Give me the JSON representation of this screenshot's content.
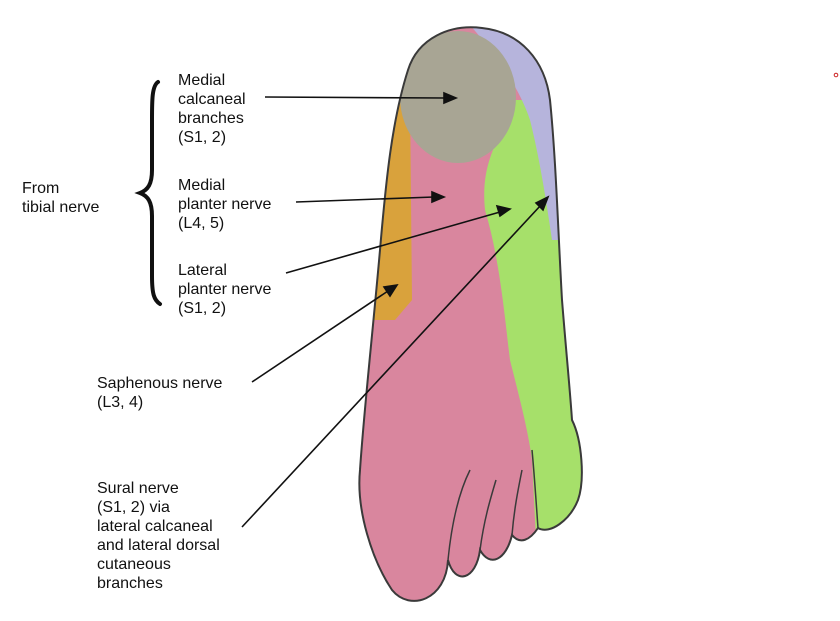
{
  "labels": {
    "from_tibial": "From\ntibial nerve",
    "medial_calcaneal": "Medial\ncalcaneal\nbranches\n(S1, 2)",
    "medial_plantar": "Medial\nplanter nerve\n(L4, 5)",
    "lateral_plantar": "Lateral\nplanter nerve\n(S1, 2)",
    "saphenous": "Saphenous nerve\n(L3, 4)",
    "sural": "Sural nerve\n(S1, 2) via\nlateral calcaneal\nand lateral dorsal\ncutaneous\nbranches"
  },
  "colors": {
    "medial_calcaneal_region": "#a8a594",
    "medial_plantar_region": "#d9869e",
    "lateral_plantar_region": "#a6e06a",
    "saphenous_region": "#d9a23c",
    "sural_region": "#b6b4dc",
    "outline": "#3a3a3a",
    "brace": "#111111",
    "arrow": "#111111"
  }
}
